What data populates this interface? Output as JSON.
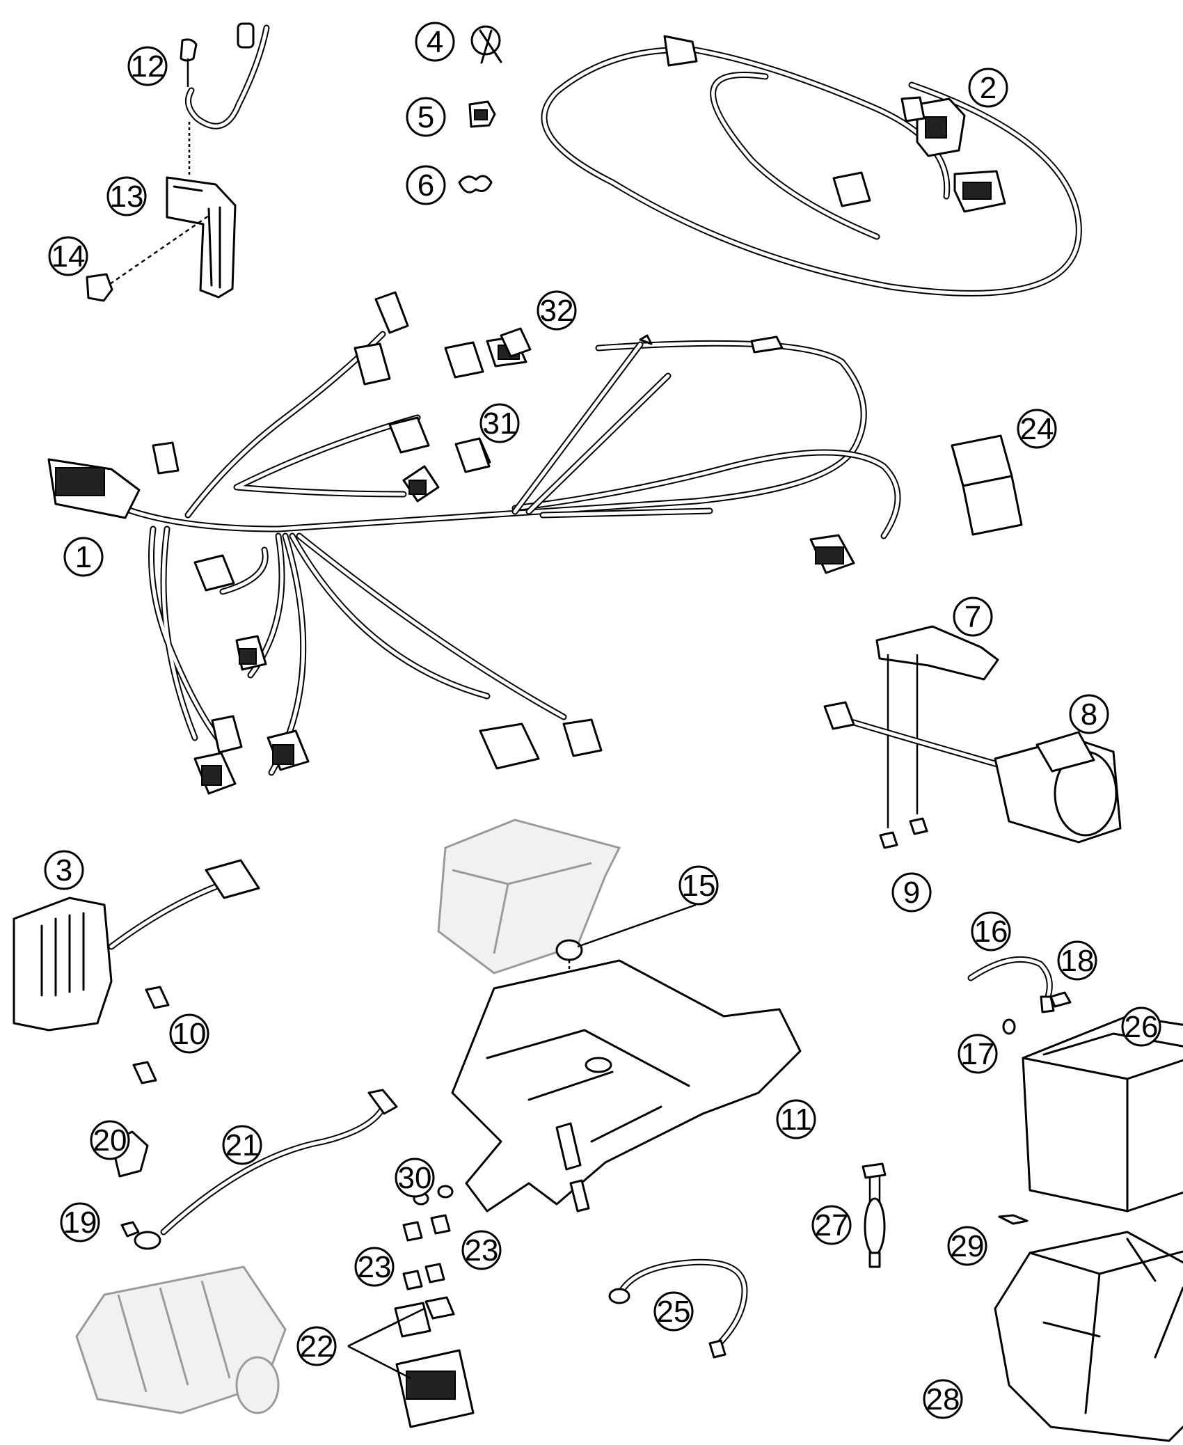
{
  "diagram": {
    "line_color": "#000000",
    "background": "#ffffff",
    "callouts": [
      {
        "label": "1"
      },
      {
        "label": "2"
      },
      {
        "label": "3"
      },
      {
        "label": "4"
      },
      {
        "label": "5"
      },
      {
        "label": "6"
      },
      {
        "label": "7"
      },
      {
        "label": "8"
      },
      {
        "label": "9"
      },
      {
        "label": "10"
      },
      {
        "label": "11"
      },
      {
        "label": "12"
      },
      {
        "label": "13"
      },
      {
        "label": "14"
      },
      {
        "label": "15"
      },
      {
        "label": "16"
      },
      {
        "label": "17"
      },
      {
        "label": "18"
      },
      {
        "label": "19"
      },
      {
        "label": "20"
      },
      {
        "label": "21"
      },
      {
        "label": "22"
      },
      {
        "label": "23"
      },
      {
        "label": "23"
      },
      {
        "label": "24"
      },
      {
        "label": "25"
      },
      {
        "label": "26"
      },
      {
        "label": "27"
      },
      {
        "label": "28"
      },
      {
        "label": "29"
      },
      {
        "label": "30"
      },
      {
        "label": "31"
      },
      {
        "label": "32"
      }
    ]
  }
}
